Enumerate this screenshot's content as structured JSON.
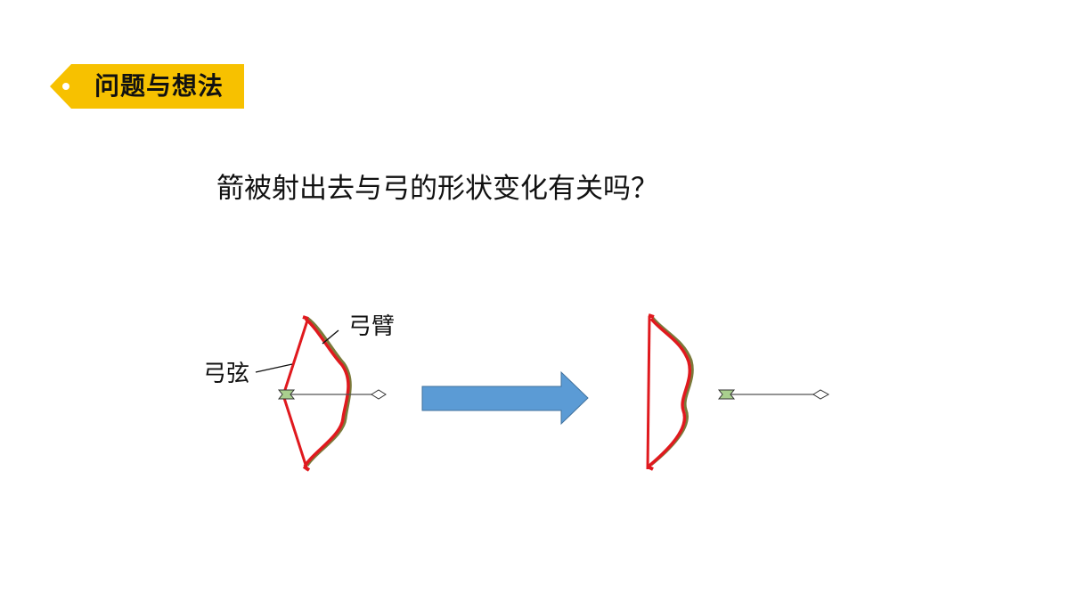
{
  "section_tag": "问题与想法",
  "question": "箭被射出去与弓的形状变化有关吗？",
  "labels": {
    "bow_arm": "弓臂",
    "bow_string": "弓弦"
  },
  "colors": {
    "tag": "#f7c100",
    "bow_red": "#e0191e",
    "bow_wood": "#7a7a3a",
    "arrow_fletch": "#a9d08e",
    "big_arrow": "#5b9bd5",
    "big_arrow_edge": "#41719c"
  }
}
